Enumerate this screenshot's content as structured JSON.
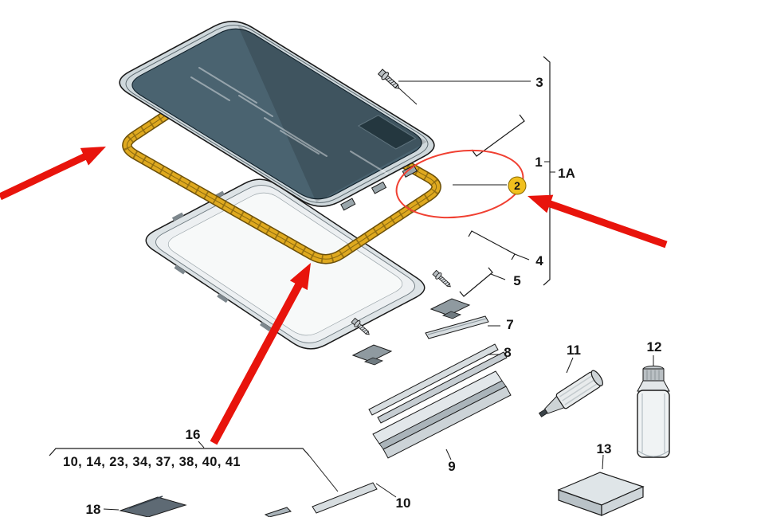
{
  "figure": {
    "callouts": {
      "c1": "1",
      "c1a": "1A",
      "c2": "2",
      "c3": "3",
      "c4": "4",
      "c5": "5",
      "c7": "7",
      "c8": "8",
      "c9": "9",
      "c10": "10",
      "c11": "11",
      "c12": "12",
      "c13": "13",
      "c16": "16",
      "c18": "18"
    },
    "group_list": "10, 14, 23, 34, 37, 38, 40, 41",
    "colors": {
      "seal_yellow": "#DFA91F",
      "arrow_red": "#E8140C",
      "badge_yellow": "#F1C01E",
      "highlight_red": "#F04032",
      "glass_blue": "#4A6370"
    }
  }
}
